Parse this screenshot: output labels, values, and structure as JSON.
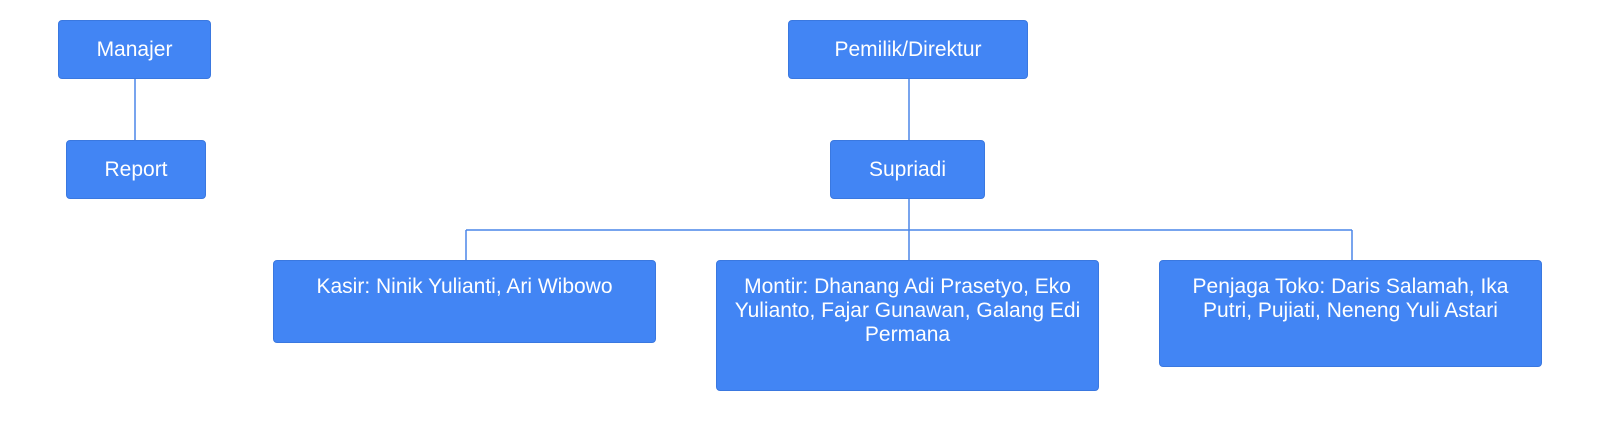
{
  "nodes": {
    "manajer": "Manajer",
    "report": "Report",
    "pemilik": "Pemilik/Direktur",
    "supriadi": "Supriadi",
    "kasir": "Kasir: Ninik Yulianti, Ari Wibowo",
    "montir": "Montir: Dhanang Adi Prasetyo, Eko Yulianto, Fajar Gunawan, Galang Edi Permana",
    "penjaga_toko": "Penjaga Toko: Daris Salamah, Ika Putri, Pujiati, Neneng Yuli Astari"
  },
  "colors": {
    "node_fill": "#4285f4",
    "connector": "#4a86e8",
    "text": "#ffffff"
  }
}
